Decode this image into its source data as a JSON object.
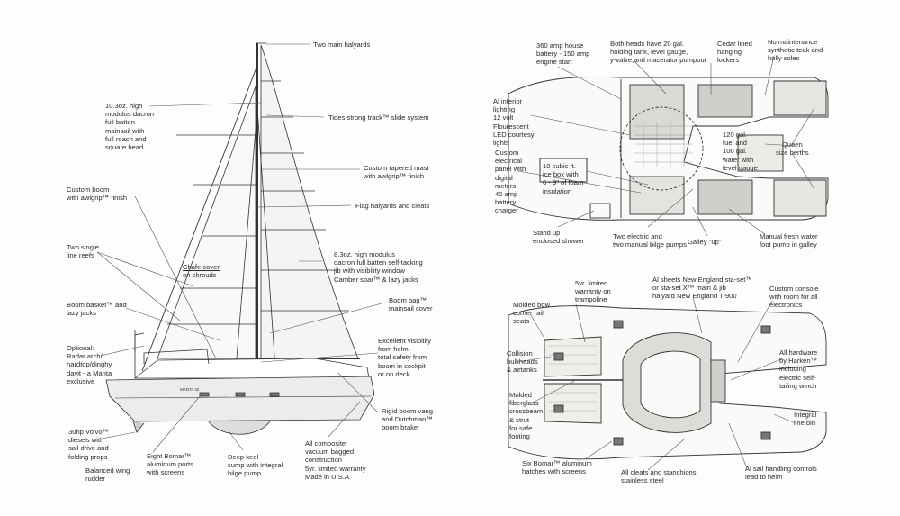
{
  "side_profile": {
    "boat_name": "MANTA 42",
    "labels": {
      "halyards": "Two main halyards",
      "mainsail": "10.3oz. high\nmodulus dacron\nfull batten\nmainsail with\nfull roach and\nsquare head",
      "track": "Tides strong track™ slide system",
      "mast": "Custom tapered mast\nwith awlgrip™ finish",
      "boom": "Custom boom\nwith awlgrip™ finish",
      "flag": "Flag halyards and cleats",
      "reefs": "Two single\nline reefs",
      "jib": "8.3oz. high modulus\ndacron full batten self-tacking\njib with visibility window\nCamber spar™ & lazy jacks",
      "chafe_title": "Chafe cover",
      "chafe_sub": "on shrouds",
      "basket": "Boom basket™ and\nlazy jacks",
      "boom_bag": "Boom bag™\nmainsail cover",
      "radar": "Optional:\nRadar arch/\nhardtop/dinghy\ndavit - a Manta\nexclusive",
      "visibility": "Excellent visibility\nfrom helm -\ntotal safety from\nboom in cockpit\nor on deck",
      "vang": "Rigid boom vang\nand Dutchman™\nboom brake",
      "engine": "30hp Volvo™\ndiesels with\nsail drive and\nfolding props",
      "rudder": "Balanced wing\nrudder",
      "ports": "Eight Bomar™\naluminum ports\nwith screens",
      "keel": "Deep keel\nsump with integral\nbilge pump",
      "construction": "All composite\nvacuum bagged\nconstruction\n5yr. limited warranty\nMade in U.S.A."
    }
  },
  "interior_plan": {
    "labels": {
      "battery": "360 amp house\nbattery - 150 amp\nengine start",
      "heads": "Both heads have 20 gal.\nholding tank, level gauge,\ny-valve,and macerator pumpout",
      "lockers": "Cedar lined\nhanging\nlockers",
      "teak": "No maintenance\nsynthetic teak and\nholly soles",
      "lighting": "Al interior\nlighting\n12 volt\nFlourescent\nLED courtesy\nlights",
      "fuel": "120 gal.\nfuel and\n100 gal.\nwater with\nlevel gauge",
      "berths": "Queen\nsize berths",
      "panel": "Custom\nelectrical\npanel with\ndigital\nmeters\n40 amp\nbattery\ncharger",
      "icebox": "10 cubic ft.\nice box with\n6 - 9\" of foam\ninsulation",
      "shower": "Stand up\nenclosed shower",
      "bilge": "Two electric and\ntwo manual bilge pumps",
      "galley": "Galley \"up\"",
      "foot_pump": "Manual fresh water\nfoot pump in galley"
    }
  },
  "deck_plan": {
    "labels": {
      "bow_seats": "Molded bow\ncorner rail\nseats",
      "warranty": "5yr. limited\nwarranty on\ntrampoline",
      "sheets": "Al sheets New England sta-set™\nor sta-set X™ main & jib\nhalyard New England T-900",
      "console": "Custom console\nwith room for all\nelectronics",
      "collision": "Collision\nbulkheads\n& airtanks",
      "hardware": "All hardware\nby Harken™\nincluding\nelectric self-\ntailing winch",
      "crossbeam": "Molded\nfiberglass\ncrossbeam\n& strut\nfor safe\nfooting",
      "linebin": "Integral\nline bin",
      "hatches": "Six Bomar™ aluminum\nhatches with screens",
      "cleats": "All cleats and stanchions\nstainless steel",
      "sail_controls": "Al sail handling controls\nlead to helm"
    }
  }
}
